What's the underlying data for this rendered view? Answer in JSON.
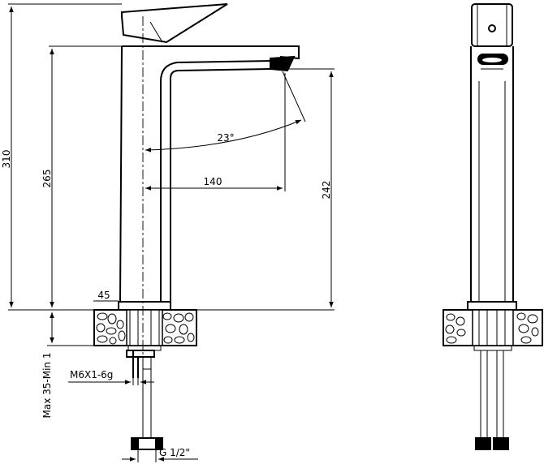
{
  "diagram": {
    "views": [
      "side-view",
      "front-view"
    ],
    "dimensions": {
      "total_height": "310",
      "body_height": "265",
      "spout_height": "242",
      "spout_reach": "140",
      "swivel_angle": "23°",
      "base_diameter": "45",
      "thread_stud": "M6X1-6g",
      "counter_thickness": "Max 35-Min 1",
      "hose_connection": "G 1/2\""
    },
    "colors": {
      "line": "#000000",
      "background": "#ffffff"
    }
  }
}
